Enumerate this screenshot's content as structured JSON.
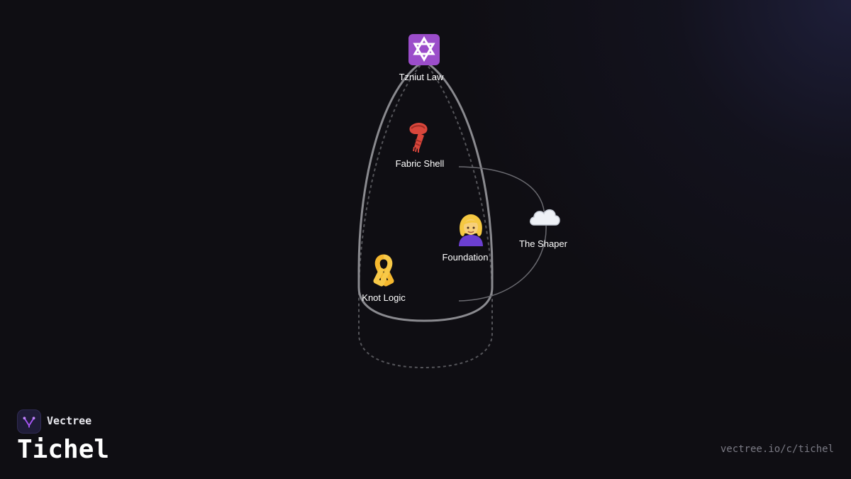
{
  "brand": {
    "name": "Vectree",
    "logo_icon": "vectree-logo-icon",
    "accent": "#a855f7"
  },
  "page": {
    "title": "Tichel",
    "url": "vectree.io/c/tichel"
  },
  "diagram": {
    "nodes": [
      {
        "id": "tzniut-law",
        "label": "Tzniut Law",
        "icon": "star-of-david-icon"
      },
      {
        "id": "fabric-shell",
        "label": "Fabric Shell",
        "icon": "scarf-icon"
      },
      {
        "id": "foundation",
        "label": "Foundation",
        "icon": "blond-woman-icon"
      },
      {
        "id": "knot-logic",
        "label": "Knot Logic",
        "icon": "ribbon-icon"
      },
      {
        "id": "the-shaper",
        "label": "The Shaper",
        "icon": "cloud-icon"
      }
    ],
    "edges": [
      {
        "from": "fabric-shell",
        "to": "the-shaper"
      },
      {
        "from": "the-shaper",
        "to": "foundation"
      }
    ],
    "colors": {
      "outline": "#8a8a8f",
      "dashed": "#55555a",
      "edge": "#6a6a70"
    }
  }
}
